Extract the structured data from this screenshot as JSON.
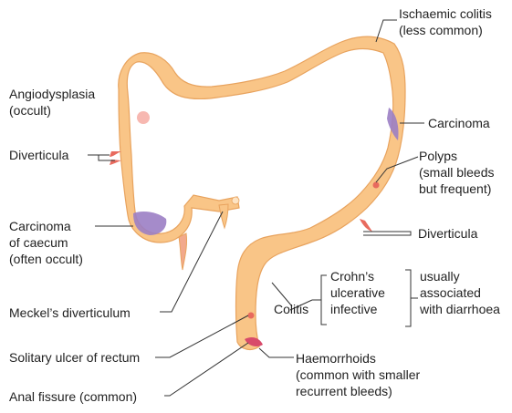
{
  "colors": {
    "colon": "#f9c587",
    "colon_edge": "#e8a35e",
    "lesion_purple": "#9b7ec4",
    "lesion_red": "#e86a5e",
    "leader": "#333333"
  },
  "labels": {
    "ischaemic": [
      "Ischaemic colitis",
      "(less common)"
    ],
    "angiodysplasia": [
      "Angiodysplasia",
      "(occult)"
    ],
    "diverticula_left": "Diverticula",
    "carcinoma_right": "Carcinoma",
    "polyps": [
      "Polyps",
      "(small bleeds",
      "but frequent)"
    ],
    "carcinoma_caecum": [
      "Carcinoma",
      "of caecum",
      "(often occult)"
    ],
    "diverticula_right": "Diverticula",
    "colitis": "Colitis",
    "colitis_types": [
      "Crohn’s",
      "ulcerative",
      "infective"
    ],
    "diarrhoea_note": [
      "usually",
      "associated",
      "with diarrhoea"
    ],
    "meckels": "Meckel’s diverticulum",
    "solitary_ulcer": "Solitary ulcer of rectum",
    "haemorrhoids": [
      "Haemorrhoids",
      "(common with smaller",
      "recurrent bleeds)"
    ],
    "anal_fissure": "Anal fissure (common)"
  }
}
